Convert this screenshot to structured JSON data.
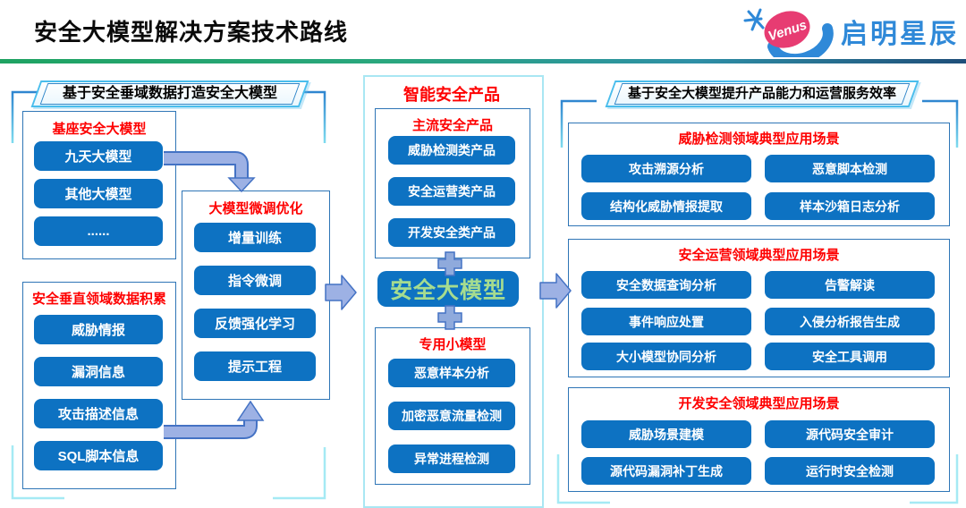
{
  "header": {
    "title": "安全大模型解决方案技术路线",
    "brand": "启明星辰",
    "logo_mark": "Venus"
  },
  "left": {
    "banner": "基于安全垂域数据打造安全大模型",
    "base_box": {
      "title": "基座安全大模型",
      "items": [
        "九天大模型",
        "其他大模型",
        "......"
      ]
    },
    "tune_box": {
      "title": "大模型微调优化",
      "items": [
        "增量训练",
        "指令微调",
        "反馈强化学习",
        "提示工程"
      ]
    },
    "data_box": {
      "title": "安全垂直领域数据积累",
      "items": [
        "威胁情报",
        "漏洞信息",
        "攻击描述信息",
        "SQL脚本信息"
      ]
    }
  },
  "middle": {
    "title": "智能安全产品",
    "mainstream_box": {
      "title": "主流安全产品",
      "items": [
        "威胁检测类产品",
        "安全运营类产品",
        "开发安全类产品"
      ]
    },
    "core_model": "安全大模型",
    "small_box": {
      "title": "专用小模型",
      "items": [
        "恶意样本分析",
        "加密恶意流量检测",
        "异常进程检测"
      ]
    }
  },
  "right": {
    "banner": "基于安全大模型提升产品能力和运营服务效率",
    "threat_box": {
      "title": "威胁检测领域典型应用场景",
      "items": [
        "攻击溯源分析",
        "恶意脚本检测",
        "结构化威胁情报提取",
        "样本沙箱日志分析"
      ]
    },
    "ops_box": {
      "title": "安全运营领域典型应用场景",
      "items": [
        "安全数据查询分析",
        "告警解读",
        "事件响应处置",
        "入侵分析报告生成",
        "大小模型协同分析",
        "安全工具调用"
      ]
    },
    "dev_box": {
      "title": "开发安全领域典型应用场景",
      "items": [
        "威胁场景建模",
        "源代码安全审计",
        "源代码漏洞补丁生成",
        "运行时安全检测"
      ]
    }
  },
  "colors": {
    "node_blue": "#0d72c2",
    "title_red": "#fe0000",
    "core_text_green": "#a6dc8f",
    "connector_fill": "#9db1e4",
    "connector_border": "#4472c4",
    "frame_cyan": "#a9e7f3",
    "box_border": "#2e75b6",
    "brand_blue": "#2f89d8",
    "divider_green": "#1fa362",
    "divider_navy": "#1f4e79"
  }
}
